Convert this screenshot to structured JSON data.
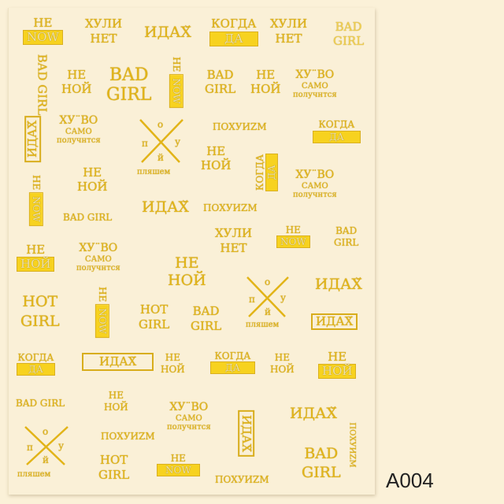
{
  "product_code": "A004",
  "colors": {
    "background": "#fbf1d8",
    "sheet": "#faf0d7",
    "gold": "#e2b418",
    "yellow_box": "#f7d21f"
  },
  "stickers": {
    "ne_now": {
      "top": "НЕ",
      "bottom": "NOW"
    },
    "khuli_net": {
      "top": "ХУЛИ",
      "bottom": "НЕТ"
    },
    "idi_nakh": "ИДАХ̆",
    "kogda_da": {
      "top": "КОГДА",
      "bottom": "ДА"
    },
    "bad_girl": {
      "top": "BAD",
      "bottom": "GIRL"
    },
    "bad_girl_one_line": "BAD GIRL",
    "ne_noy": {
      "top": "НЕ",
      "bottom": "НОЙ"
    },
    "khuevo": {
      "line1": "ХУ¨ВО",
      "line2": "САМО",
      "line3": "получнтся"
    },
    "poy_plyashem": {
      "o": "о",
      "p": "п",
      "u": "у",
      "y": "й",
      "bottom": "пляшем"
    },
    "pokhuizm": "ПОХУИZМ",
    "hot_girl": {
      "top": "HOT",
      "bottom": "GIRL"
    }
  }
}
